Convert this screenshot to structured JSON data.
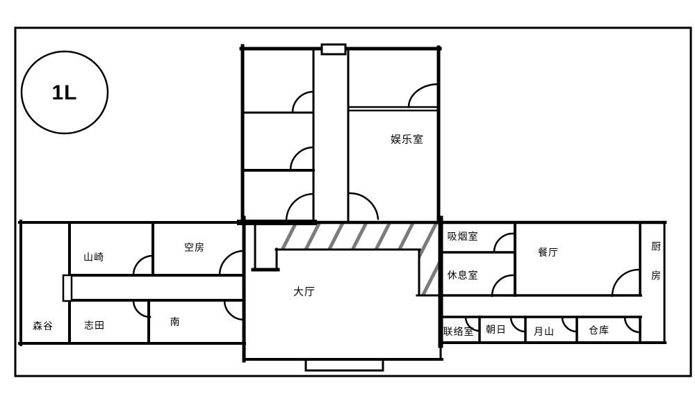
{
  "floor": {
    "badge": "1L"
  },
  "rooms": {
    "entertainment": "娱乐室",
    "empty_room": "空房",
    "yamazaki": "山崎",
    "moriya": "森谷",
    "shida": "志田",
    "minami": "南",
    "hall": "大厅",
    "smoking": "吸烟室",
    "lounge": "休息室",
    "dining": "餐厅",
    "kitchen": "厨房",
    "liaison": "联络室",
    "asahi": "朝日",
    "tsukiyama": "月山",
    "warehouse": "仓库"
  },
  "colors": {
    "wall": "#000000",
    "hatch": "#7b7b7b",
    "background": "#ffffff"
  }
}
